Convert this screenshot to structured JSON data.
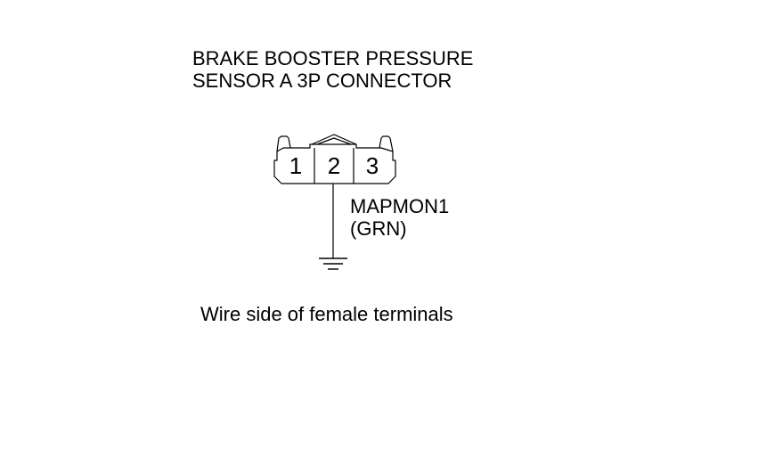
{
  "title": {
    "line1": "BRAKE BOOSTER PRESSURE",
    "line2": "SENSOR A 3P CONNECTOR"
  },
  "connector": {
    "terminals": [
      {
        "label": "1"
      },
      {
        "label": "2"
      },
      {
        "label": "3"
      }
    ]
  },
  "wire": {
    "name": "MAPMON1",
    "color": "(GRN)"
  },
  "caption": "Wire side of female terminals"
}
